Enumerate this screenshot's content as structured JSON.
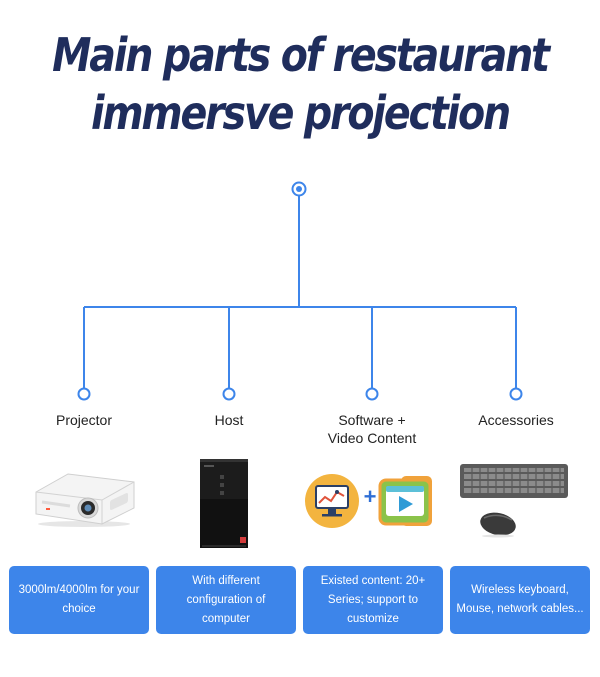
{
  "title": {
    "line1": "Main parts of restaurant",
    "line2": "immersve projection"
  },
  "colors": {
    "title": "#1f2d5c",
    "line": "#3d85ea",
    "card": "#3d85ea",
    "card_text": "#ffffff"
  },
  "parts": [
    {
      "label": "Projector",
      "description": "3000lm/4000lm for your choice",
      "icon": "projector-icon"
    },
    {
      "label": "Host",
      "description": "With different configuration of computer",
      "icon": "computer-tower-icon"
    },
    {
      "label": "Software +",
      "label2": "Video Content",
      "description": "Existed content: 20+ Series; support to customize",
      "icon": "software-video-icon"
    },
    {
      "label": "Accessories",
      "description": "Wireless keyboard, Mouse, network cables...",
      "icon": "keyboard-mouse-icon"
    }
  ],
  "software": {
    "plus": "+"
  }
}
